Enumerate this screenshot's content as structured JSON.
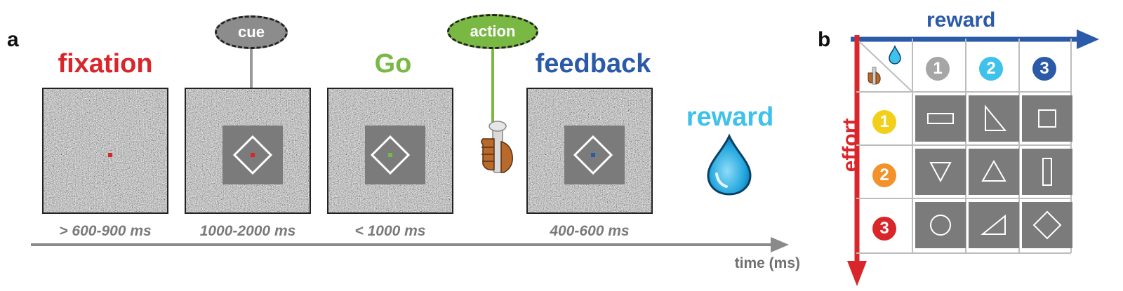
{
  "panel_a": {
    "letter": "a",
    "phases": [
      {
        "label": "fixation",
        "color": "#d9262b",
        "timing": "> 600-900 ms",
        "dot_color": "#d9262b",
        "cue": false
      },
      {
        "label": "",
        "color": "#333333",
        "timing": "1000-2000 ms",
        "dot_color": "#d9262b",
        "cue": true
      },
      {
        "label": "Go",
        "color": "#79b843",
        "timing": "< 1000 ms",
        "dot_color": "#79b843",
        "cue": true
      },
      {
        "label": "feedback",
        "color": "#2a5aa8",
        "timing": "400-600 ms",
        "dot_color": "#2a5aa8",
        "cue": true
      }
    ],
    "cue_bubble": {
      "label": "cue",
      "color": "#8c8c8c"
    },
    "action_bubble": {
      "label": "action",
      "color": "#79b843"
    },
    "reward": {
      "label": "reward",
      "color": "#3ec1ea"
    },
    "time_axis_label": "time (ms)"
  },
  "panel_b": {
    "letter": "b",
    "reward_axis_label": "reward",
    "effort_axis_label": "effort",
    "reward_levels": [
      {
        "label": "1",
        "color": "#a6a6a6"
      },
      {
        "label": "2",
        "color": "#3ec1ea"
      },
      {
        "label": "3",
        "color": "#2a5aa8"
      }
    ],
    "effort_levels": [
      {
        "label": "1",
        "color": "#f2d019"
      },
      {
        "label": "2",
        "color": "#f3922b"
      },
      {
        "label": "3",
        "color": "#d9262b"
      }
    ],
    "shapes": [
      [
        "rectangle-horizontal",
        "right-triangle-up",
        "square"
      ],
      [
        "triangle-down",
        "triangle-up",
        "rectangle-vertical"
      ],
      [
        "circle",
        "right-triangle-right",
        "diamond"
      ]
    ],
    "colors": {
      "reward_axis": "#2a5aa8",
      "effort_axis": "#d9262b"
    }
  }
}
